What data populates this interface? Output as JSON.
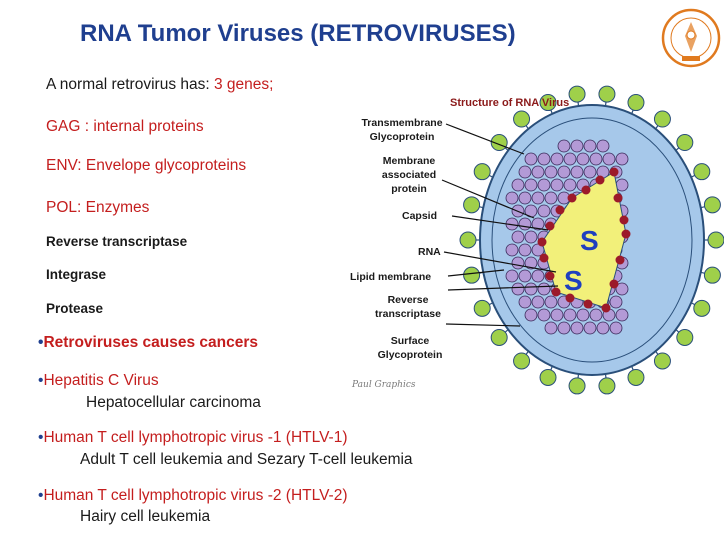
{
  "title": "RNA Tumor Viruses (RETROVIRUSES)",
  "intro": {
    "prefix": "A normal retrovirus has: ",
    "highlight": "3 genes;"
  },
  "genes": [
    "GAG : internal proteins",
    "ENV: Envelope  glycoproteins",
    "POL: Enzymes"
  ],
  "enzymes": [
    "Reverse transcriptase",
    "Integrase",
    "Protease"
  ],
  "bullets": [
    {
      "text": "Retroviruses causes cancers"
    },
    {
      "text": "Hepatitis C Virus",
      "sub": "Hepatocellular carcinoma"
    },
    {
      "text": "Human T cell lymphotropic virus -1 (HTLV-1)",
      "sub": "Adult T cell leukemia and Sezary T-cell leukemia"
    },
    {
      "text": "Human T cell lymphotropic virus -2 (HTLV-2)",
      "sub": "Hairy cell leukemia"
    }
  ],
  "diagram": {
    "title": "Structure of RNA Virus",
    "labels": {
      "transmembrane": [
        "Transmembrane",
        "Glycoprotein"
      ],
      "membrane_assoc": [
        "Membrane",
        "associated",
        "protein"
      ],
      "capsid": "Capsid",
      "rna": "RNA",
      "lipid": "Lipid membrane",
      "rt": [
        "Reverse",
        "transcriptase"
      ],
      "surface": [
        "Surface",
        "Glycoprotein"
      ]
    },
    "rna_glyph": "S",
    "signature": "Paul Graphics"
  },
  "colors": {
    "title": "#1f3f8f",
    "accent": "#c41e1e",
    "envelope": "#a6c8ea",
    "knob": "#9fd04a",
    "capsid_protein": "#b39ad6",
    "core": "#f2f07a",
    "rt_dot": "#9c1a2a"
  },
  "logo": {
    "icon": "university-seal-icon"
  }
}
